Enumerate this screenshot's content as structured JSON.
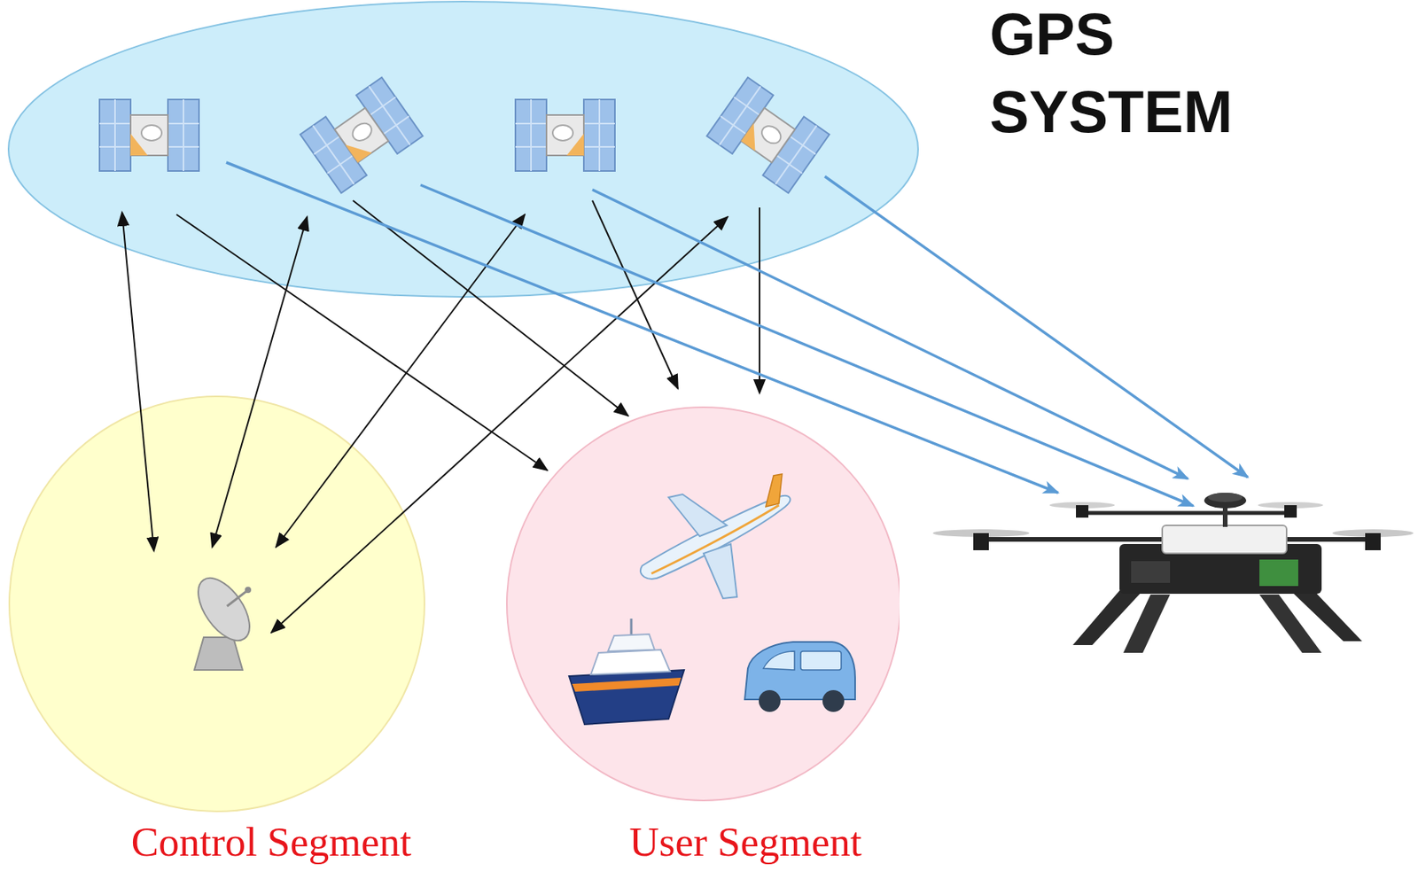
{
  "diagram": {
    "title": "GPS SYSTEM",
    "nodes": [
      {
        "text": [
          "Control Segment"
        ]
      },
      {
        "text": [
          "User Segment"
        ]
      }
    ]
  }
}
